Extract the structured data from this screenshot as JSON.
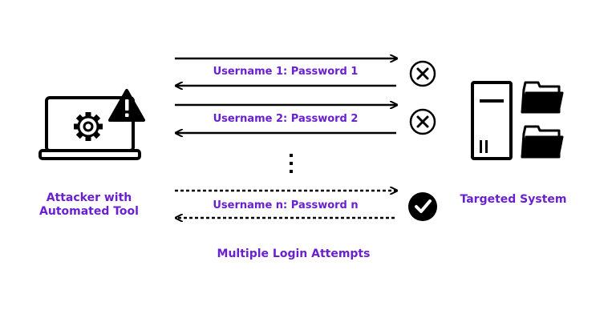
{
  "attacker_label": {
    "line1": "Attacker with",
    "line2": "Automated Tool"
  },
  "target_label": "Targeted System",
  "attempts": [
    {
      "label": "Username 1: Password 1",
      "result": "fail",
      "icon": "x-circle-icon"
    },
    {
      "label": "Username 2: Password 2",
      "result": "fail",
      "icon": "x-circle-icon"
    },
    {
      "label": "Username n: Password n",
      "result": "success",
      "icon": "check-circle-icon"
    }
  ],
  "ellipsis": "⋮",
  "caption": "Multiple Login Attempts",
  "colors": {
    "accent": "#6a1fd1",
    "ink": "#000000",
    "background": "#ffffff"
  },
  "icons": {
    "attacker": "laptop-with-gear-and-warning-icon",
    "target": "server-tower-with-folders-icon"
  }
}
